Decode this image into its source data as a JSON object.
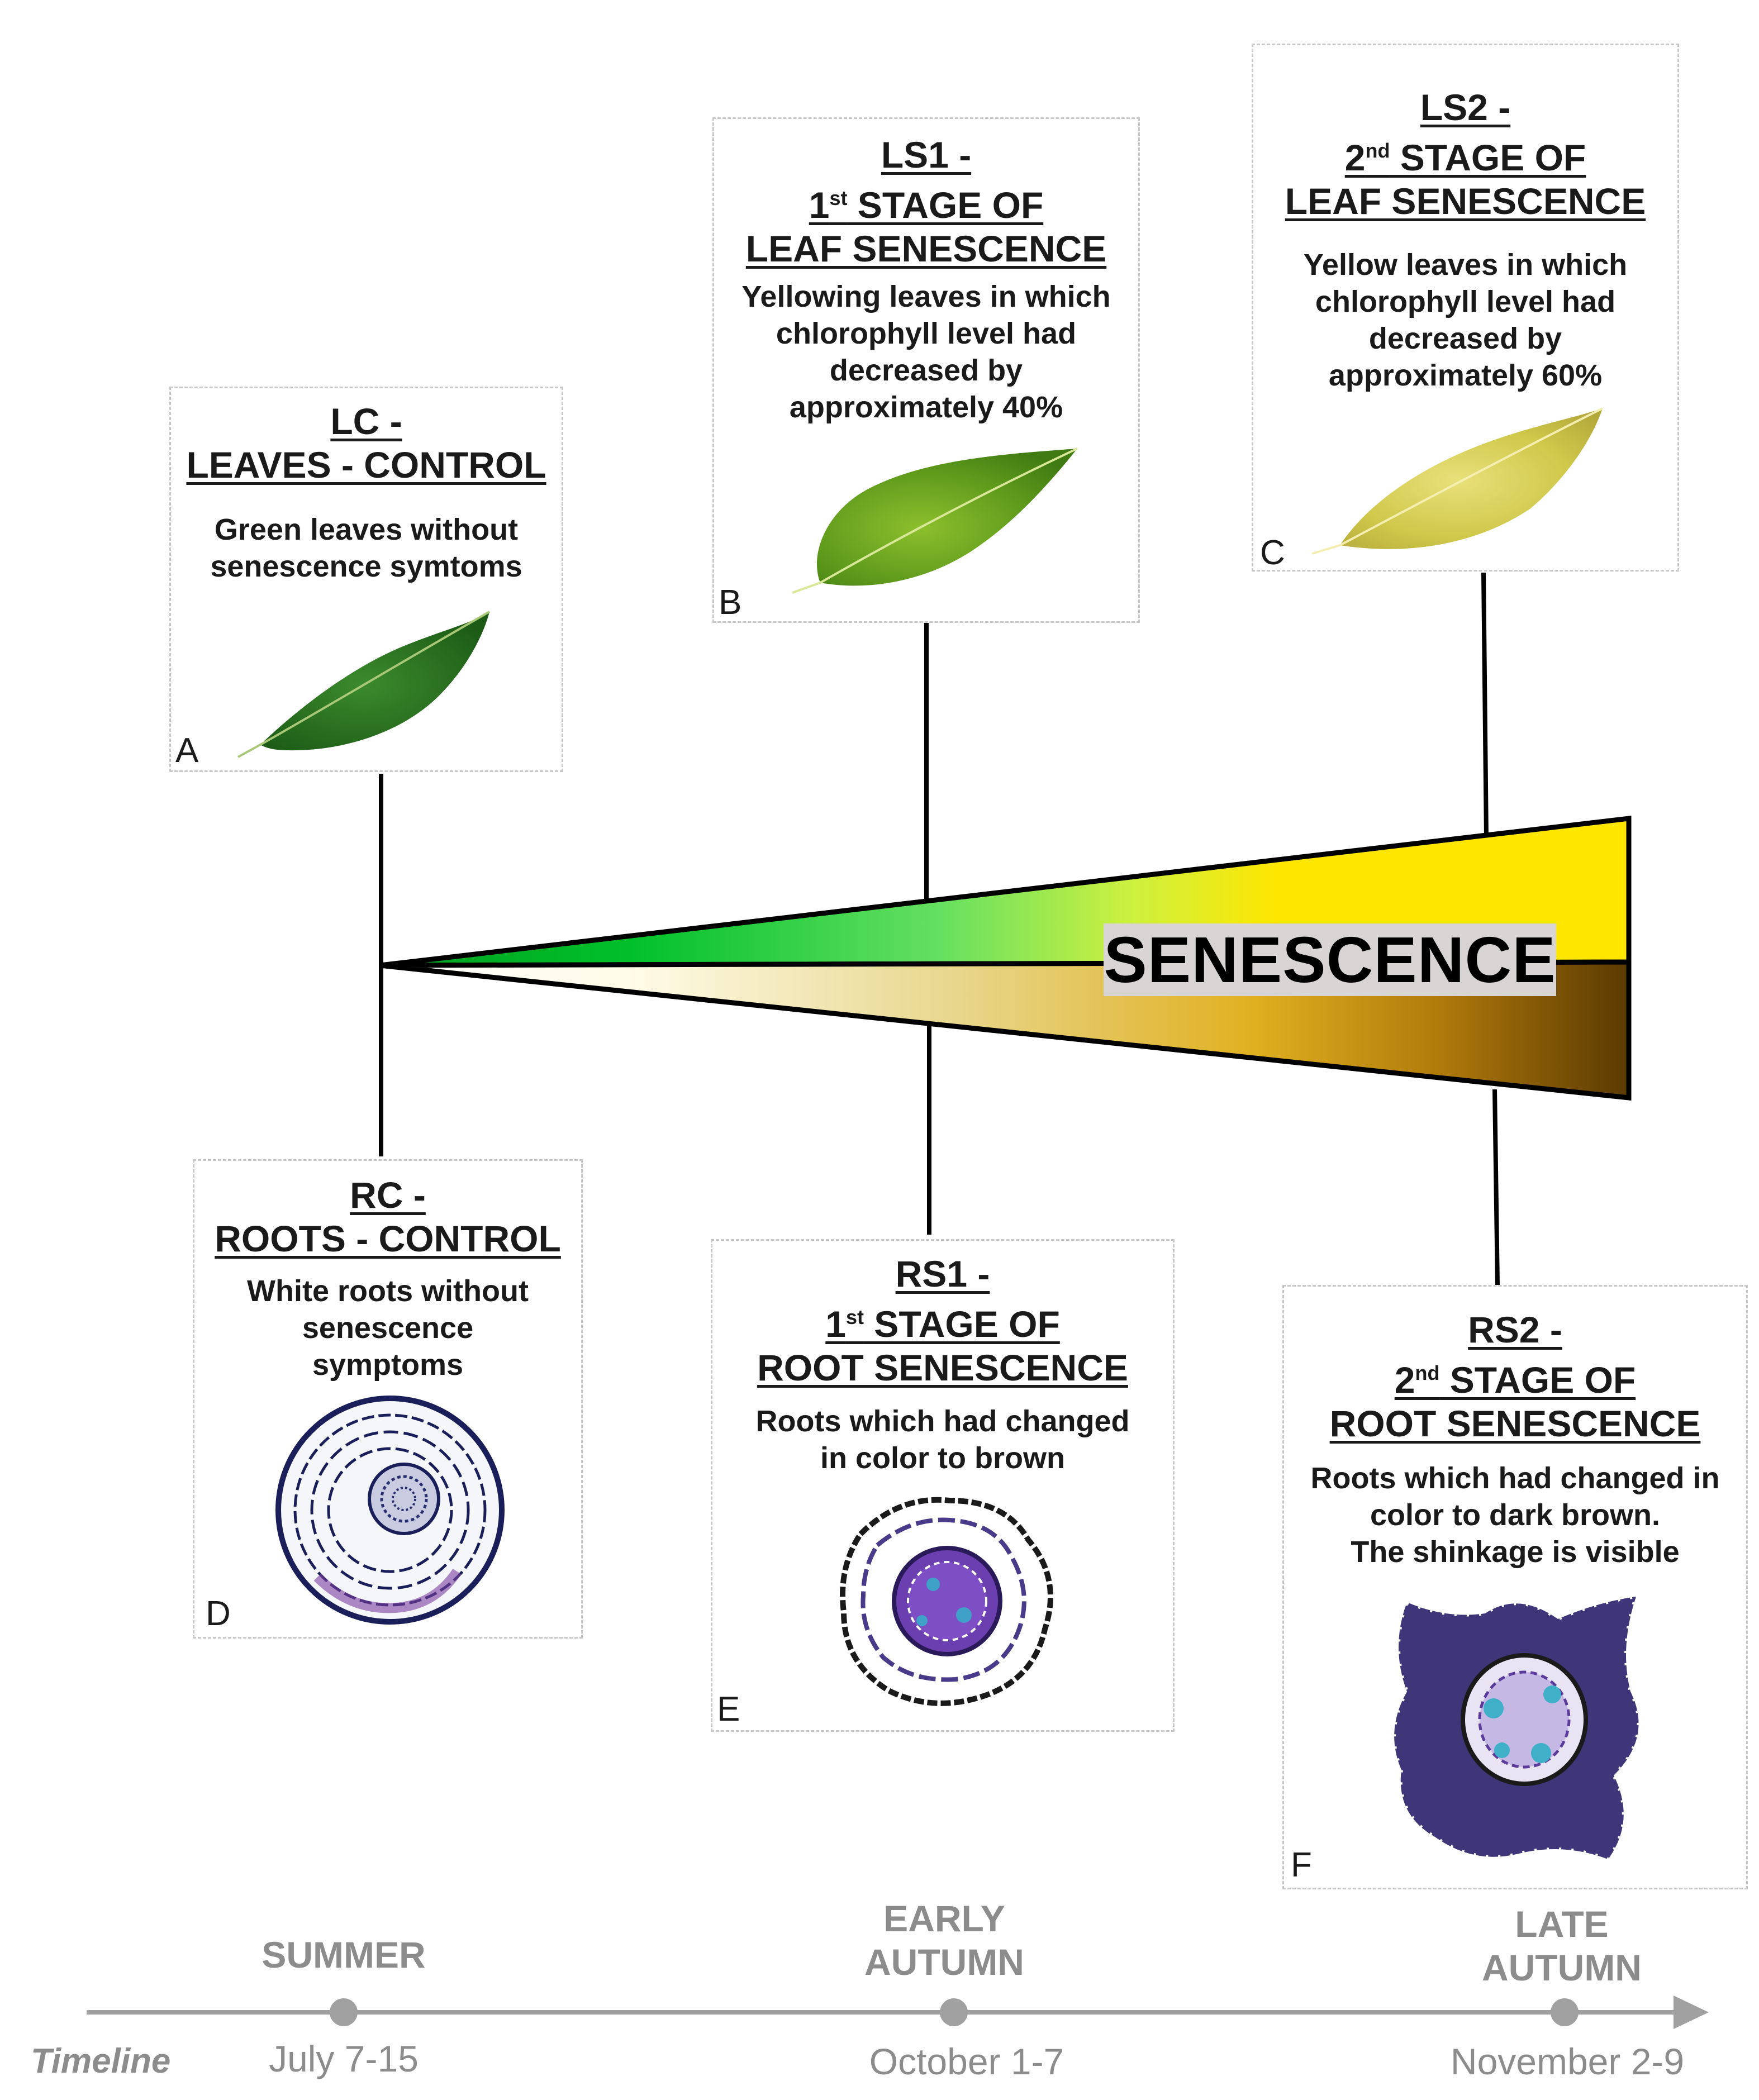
{
  "panels": {
    "lc": {
      "code": "LC -",
      "title": "LEAVES - CONTROL",
      "desc": [
        "Green leaves without",
        "senescence symtoms"
      ],
      "letter": "A"
    },
    "ls1": {
      "code": "LS1 -",
      "ordinal": "1",
      "ordinal_suffix": "st",
      "stage": " STAGE OF",
      "title": "LEAF SENESCENCE",
      "desc": [
        "Yellowing  leaves in which",
        "chlorophyll level had",
        "decreased by",
        "approximately 40%"
      ],
      "letter": "B"
    },
    "ls2": {
      "code": "LS2 -",
      "ordinal": "2",
      "ordinal_suffix": "nd",
      "stage": " STAGE OF",
      "title": "LEAF SENESCENCE",
      "desc": [
        "Yellow leaves in which",
        "chlorophyll level had",
        "decreased by",
        "approximately 60%"
      ],
      "letter": "C"
    },
    "rc": {
      "code": "RC -",
      "title": "ROOTS - CONTROL",
      "desc": [
        "White roots without",
        "senescence",
        "symptoms"
      ],
      "letter": "D"
    },
    "rs1": {
      "code": "RS1 -",
      "ordinal": "1",
      "ordinal_suffix": "st",
      "stage": " STAGE OF",
      "title": "ROOT SENESCENCE",
      "desc": [
        "Roots which had changed",
        "in color to brown"
      ],
      "letter": "E"
    },
    "rs2": {
      "code": "RS2 -",
      "ordinal": "2",
      "ordinal_suffix": "nd",
      "stage": " STAGE OF",
      "title": "ROOT SENESCENCE",
      "desc": [
        "Roots which had changed in",
        "color to dark brown.",
        "The shinkage is visible"
      ],
      "letter": "F"
    }
  },
  "senescence_label": "SENESCENCE",
  "timeline": {
    "label": "Timeline",
    "points": [
      {
        "season": [
          "SUMMER"
        ],
        "dates": "July 7-15"
      },
      {
        "season": [
          "EARLY",
          "AUTUMN"
        ],
        "dates": "October 1-7"
      },
      {
        "season": [
          "LATE",
          "AUTUMN"
        ],
        "dates": "November 2-9"
      }
    ]
  },
  "colors": {
    "leaf_green": "#00c02a",
    "leaf_yellow": "#ffe600",
    "root_cream": "#fffbe8",
    "root_brown": "#6b4a05",
    "timeline_gray": "#a0a0a0"
  }
}
